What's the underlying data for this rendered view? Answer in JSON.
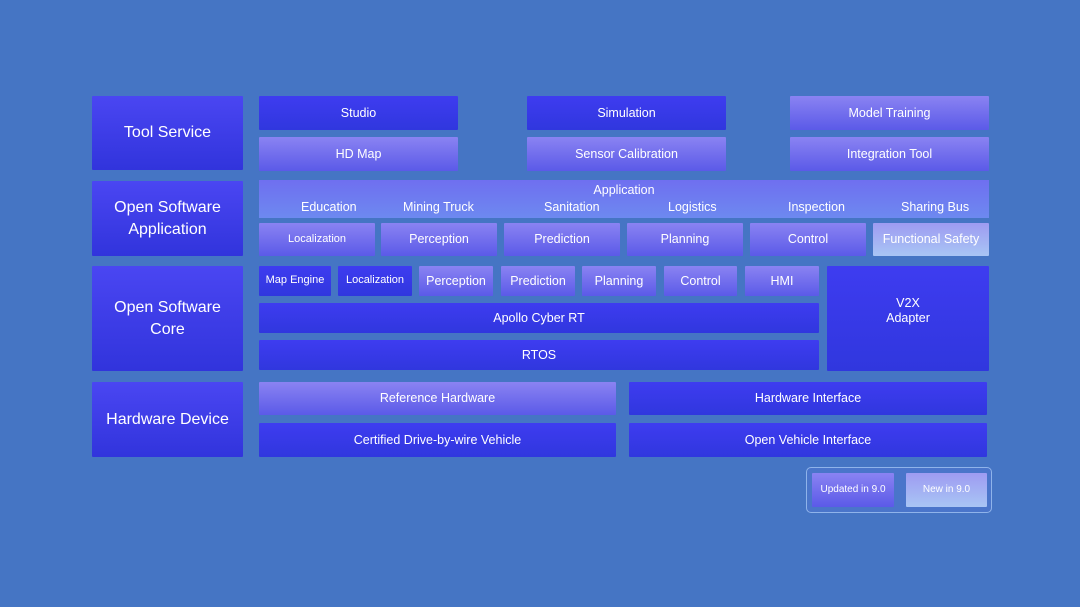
{
  "categories": {
    "tool_service": "Tool Service",
    "open_software_application": "Open Software\nApplication",
    "open_software_core": "Open Software\nCore",
    "hardware_device": "Hardware Device"
  },
  "tool_service": {
    "studio": "Studio",
    "simulation": "Simulation",
    "model_training": "Model Training",
    "hd_map": "HD Map",
    "sensor_calibration": "Sensor Calibration",
    "integration_tool": "Integration Tool"
  },
  "application": {
    "title": "Application",
    "items": [
      "Education",
      "Mining Truck",
      "Sanitation",
      "Logistics",
      "Inspection",
      "Sharing Bus"
    ],
    "modules": [
      "Localization",
      "Perception",
      "Prediction",
      "Planning",
      "Control",
      "Functional Safety"
    ]
  },
  "core": {
    "modules": [
      "Map Engine",
      "Localization",
      "Perception",
      "Prediction",
      "Planning",
      "Control",
      "HMI"
    ],
    "cyber_rt": "Apollo Cyber RT",
    "rtos": "RTOS",
    "v2x": "V2X\nAdapter"
  },
  "hardware": {
    "reference_hardware": "Reference Hardware",
    "hardware_interface": "Hardware Interface",
    "certified_vehicle": "Certified Drive-by-wire Vehicle",
    "open_vehicle_interface": "Open Vehicle Interface"
  },
  "legend": {
    "updated": "Updated in 9.0",
    "new": "New in 9.0"
  },
  "colors": {
    "background": "#4575c4",
    "unchanged": "#3a3ae8",
    "updated": "#7a78f0",
    "new": "#a3b4f4"
  }
}
